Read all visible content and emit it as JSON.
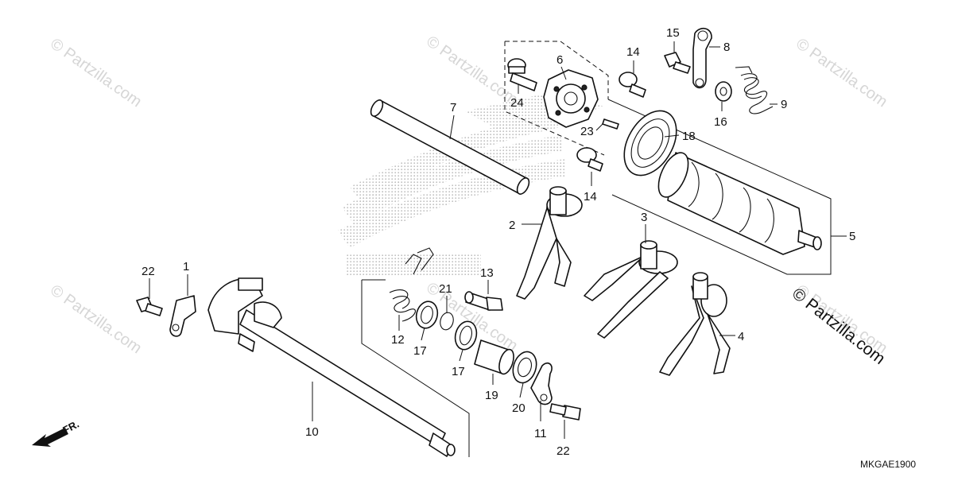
{
  "diagram": {
    "watermarks": [
      "© Partzilla.com",
      "© Partzilla.com",
      "© Partzilla.com",
      "© Partzilla.com",
      "© Partzilla.com",
      "© Partzilla.com"
    ],
    "copyright": "© Partzilla.com",
    "diagram_code": "MKGAE1900",
    "direction_label": "FR.",
    "callouts": [
      "1",
      "2",
      "3",
      "4",
      "5",
      "6",
      "7",
      "8",
      "9",
      "10",
      "11",
      "12",
      "13",
      "14",
      "14",
      "15",
      "16",
      "17",
      "17",
      "18",
      "19",
      "20",
      "21",
      "22",
      "22",
      "23",
      "24"
    ],
    "colors": {
      "line": "#111111",
      "watermark": "#d6d6d6",
      "honda_logo": "#c8c8c8"
    }
  }
}
